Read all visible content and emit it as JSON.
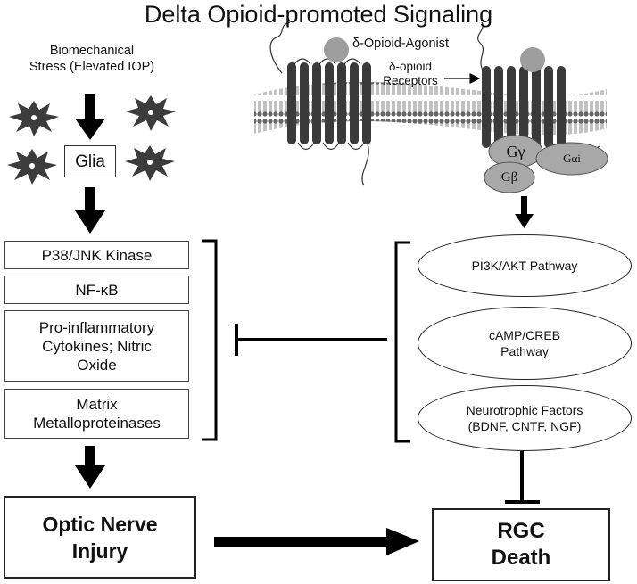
{
  "title": "Delta Opioid-promoted Signaling",
  "left": {
    "stress_line1": "Biomechanical",
    "stress_line2": "Stress  (Elevated IOP)",
    "glia_label": "Glia",
    "boxes": {
      "p38": "P38/JNK Kinase",
      "nfkb": "NF-κB",
      "cytokines_l1": "Pro-inflammatory",
      "cytokines_l2": "Cytokines; Nitric",
      "cytokines_l3": "Oxide",
      "mmp_l1": "Matrix",
      "mmp_l2": "Metalloproteinases"
    },
    "injury_l1": "Optic Nerve",
    "injury_l2": "Injury"
  },
  "right": {
    "agonist_label": "δ-Opioid-Agonist",
    "receptors_l1": "δ-opioid",
    "receptors_l2": "Receptors",
    "g_gamma": "Gγ",
    "g_beta": "Gβ",
    "g_alpha_i": "Gαi",
    "pathways": {
      "pi3k": "PI3K/AKT Pathway",
      "camp_l1": "cAMP/CREB",
      "camp_l2": "Pathway",
      "ntf_l1": "Neurotrophic Factors",
      "ntf_l2": "(BDNF, CNTF, NGF)"
    },
    "death_l1": "RGC",
    "death_l2": "Death"
  },
  "colors": {
    "membrane": "#555555",
    "receptor": "#3a3a3a",
    "agonist": "#9e9e9e",
    "g_protein": "#a8a8a8",
    "glia_cell": "#3c3c3c",
    "arrow": "#000000"
  }
}
